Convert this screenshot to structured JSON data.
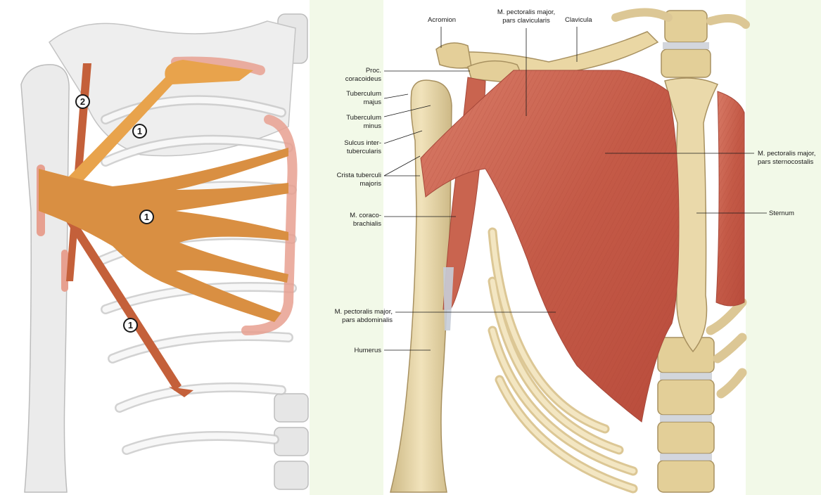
{
  "colors": {
    "background": "#f2f9e8",
    "bone": "#e9d8a8",
    "bone_shadow": "#c9b47e",
    "muscle": "#c9604d",
    "muscle_light": "#e8a08c",
    "schematic_muscle": "#d98f42",
    "schematic_strip": "#c4603a",
    "schematic_bone": "#e4e4e4"
  },
  "schematic": {
    "markers": [
      "1",
      "2",
      "1",
      "1"
    ]
  },
  "labels": {
    "acromion": "Acromion",
    "pect_clavicularis": "M. pectoralis major,\npars clavicularis",
    "clavicula": "Clavicula",
    "proc_coracoideus": "Proc.\ncoracoideus",
    "tuberculum_majus": "Tuberculum\nmajus",
    "tuberculum_minus": "Tuberculum\nminus",
    "sulcus": "Sulcus inter-\ntubercularis",
    "crista": "Crista tuberculi\nmajoris",
    "coracobrachialis": "M. coraco-\nbrachialis",
    "pect_sternocostalis": "M. pectoralis major,\npars sternocostalis",
    "sternum": "Sternum",
    "pect_abdominalis": "M. pectoralis major,\npars abdominalis",
    "humerus": "Humerus"
  }
}
